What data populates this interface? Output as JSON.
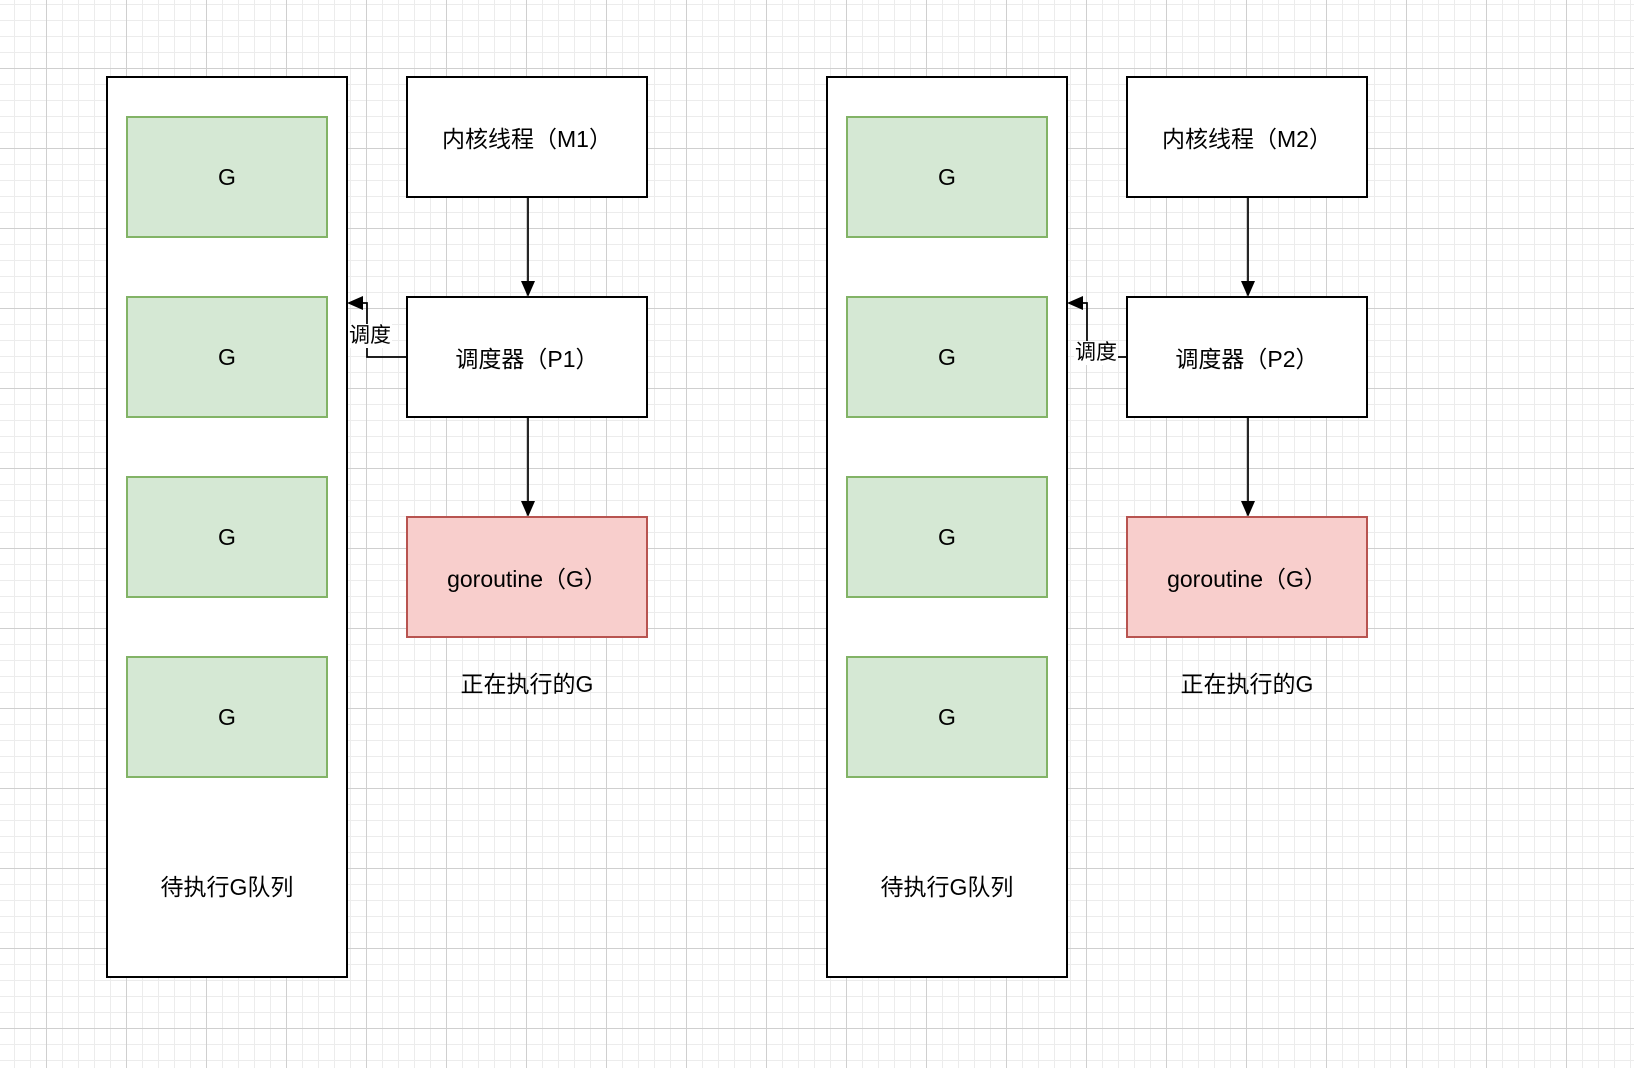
{
  "clusters": [
    {
      "queue_label": "待执行G队列",
      "waiting": [
        "G",
        "G",
        "G",
        "G"
      ],
      "thread": "内核线程（M1）",
      "scheduler": "调度器（P1）",
      "running": "goroutine（G）",
      "running_caption": "正在执行的G",
      "schedule_edge_label": "调度"
    },
    {
      "queue_label": "待执行G队列",
      "waiting": [
        "G",
        "G",
        "G",
        "G"
      ],
      "thread": "内核线程（M2）",
      "scheduler": "调度器（P2）",
      "running": "goroutine（G）",
      "running_caption": "正在执行的G",
      "schedule_edge_label": "调度"
    }
  ],
  "colors": {
    "waiting_fill": "#d5e8d4",
    "waiting_stroke": "#82b366",
    "running_fill": "#f8cecc",
    "running_stroke": "#b85450",
    "grid": "#cfcfcf"
  }
}
